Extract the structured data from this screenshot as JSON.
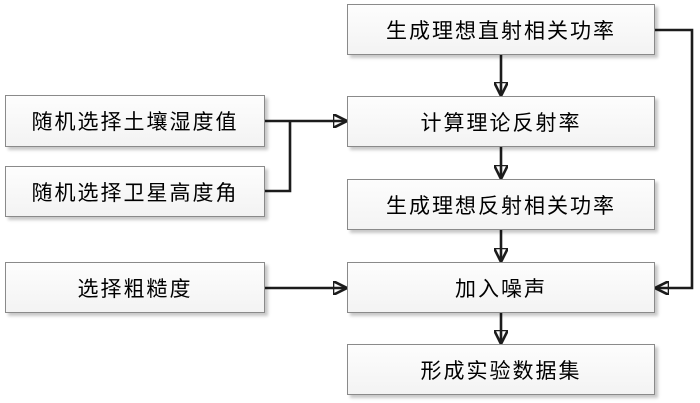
{
  "diagram": {
    "type": "flowchart",
    "nodes": {
      "direct_power": {
        "label": "生成理想直射相关功率"
      },
      "soil_moisture": {
        "label": "随机选择土壤湿度值"
      },
      "satellite_angle": {
        "label": "随机选择卫星高度角"
      },
      "reflectivity": {
        "label": "计算理论反射率"
      },
      "reflect_power": {
        "label": "生成理想反射相关功率"
      },
      "roughness": {
        "label": "选择粗糙度"
      },
      "add_noise": {
        "label": "加入噪声"
      },
      "dataset": {
        "label": "形成实验数据集"
      }
    },
    "edges": [
      {
        "from": "direct_power",
        "to": "reflectivity",
        "route": "straight-down"
      },
      {
        "from": "soil_moisture",
        "to": "reflectivity",
        "route": "right-merge"
      },
      {
        "from": "satellite_angle",
        "to": "reflectivity",
        "route": "right-up-merge"
      },
      {
        "from": "reflectivity",
        "to": "reflect_power",
        "route": "straight-down"
      },
      {
        "from": "reflect_power",
        "to": "add_noise",
        "route": "straight-down"
      },
      {
        "from": "roughness",
        "to": "add_noise",
        "route": "straight-right"
      },
      {
        "from": "direct_power",
        "to": "add_noise",
        "route": "around-right-side"
      },
      {
        "from": "add_noise",
        "to": "dataset",
        "route": "straight-down"
      }
    ],
    "colors": {
      "line": "#1c1c1c",
      "box_border": "#8a8a8a",
      "box_fill_top": "#fdfdfd",
      "box_fill_bottom": "#f3f3f3",
      "text": "#000000",
      "background": "#ffffff"
    }
  }
}
